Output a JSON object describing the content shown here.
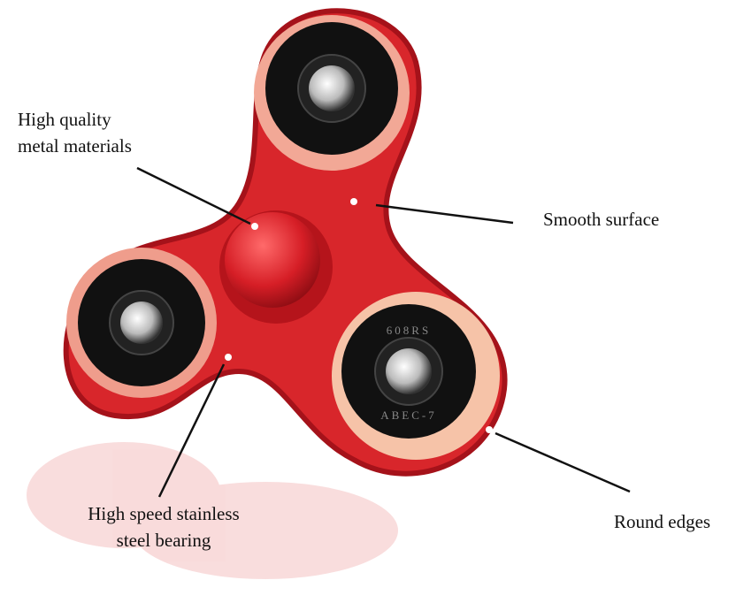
{
  "annotations": {
    "materials": [
      "High quality",
      "metal materials"
    ],
    "surface": "Smooth surface",
    "bearing": [
      "High speed stainless",
      "steel bearing"
    ],
    "edges": "Round edges"
  },
  "bearing_markings": {
    "top": "608RS",
    "bottom": "ABEC-7"
  },
  "colors": {
    "body": "#d8262b",
    "highlight": "#f6c3a8",
    "bearing": "#111111"
  }
}
